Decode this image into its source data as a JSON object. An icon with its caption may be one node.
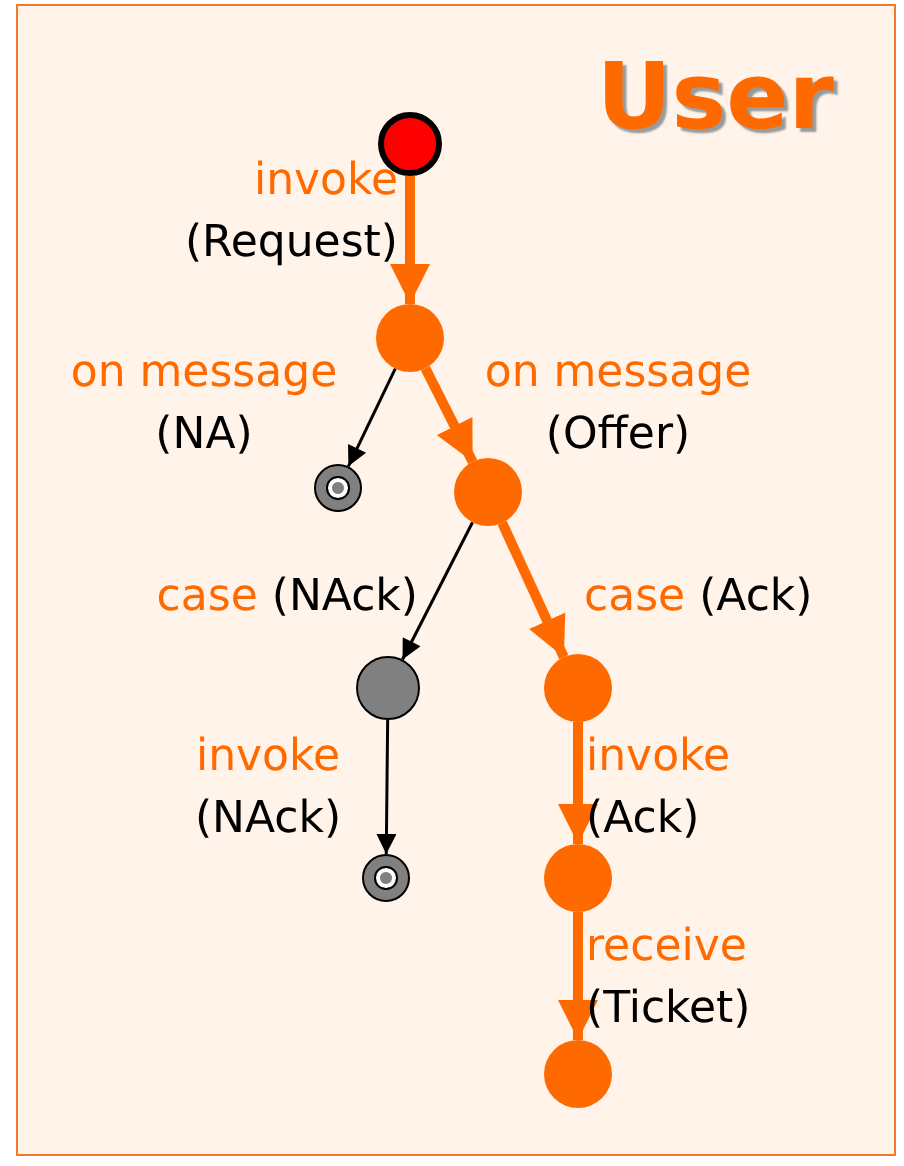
{
  "diagram": {
    "nodes": [
      {
        "text": [
          "User"
        ]
      },
      {
        "text": [],
        "shape": "circle",
        "in": 0
      },
      {
        "text": [],
        "shape": "circle",
        "in": 0
      },
      {
        "text": [],
        "shape": "circle",
        "in": 0
      },
      {
        "text": [],
        "shape": "circle",
        "in": 0
      },
      {
        "text": [],
        "shape": "circle",
        "in": 0
      },
      {
        "text": [],
        "shape": "circle",
        "in": 0
      },
      {
        "text": [],
        "shape": "circle",
        "in": 0
      },
      {
        "text": [],
        "shape": "circle",
        "in": 0
      },
      {
        "text": [],
        "shape": "circle",
        "in": 0
      }
    ],
    "edges": [
      {
        "from": 1,
        "to": 2,
        "arrow": "to",
        "label": "invoke (Request)"
      },
      {
        "from": 2,
        "to": 3,
        "arrow": "to",
        "label": "on message (NA)",
        "color": "#000000"
      },
      {
        "from": 2,
        "to": 4,
        "arrow": "to",
        "label": "on message (Offer)"
      },
      {
        "from": 4,
        "to": 5,
        "arrow": "to",
        "label": "case (NAck)",
        "color": "#000000"
      },
      {
        "from": 4,
        "to": 6,
        "arrow": "to",
        "label": "case (Ack)"
      },
      {
        "from": 5,
        "to": 7,
        "arrow": "to",
        "label": "invoke (NAck)",
        "color": "#000000"
      },
      {
        "from": 6,
        "to": 8,
        "arrow": "to",
        "label": "invoke (Ack)"
      },
      {
        "from": 8,
        "to": 9,
        "arrow": "to",
        "label": "receive (Ticket)"
      }
    ]
  }
}
